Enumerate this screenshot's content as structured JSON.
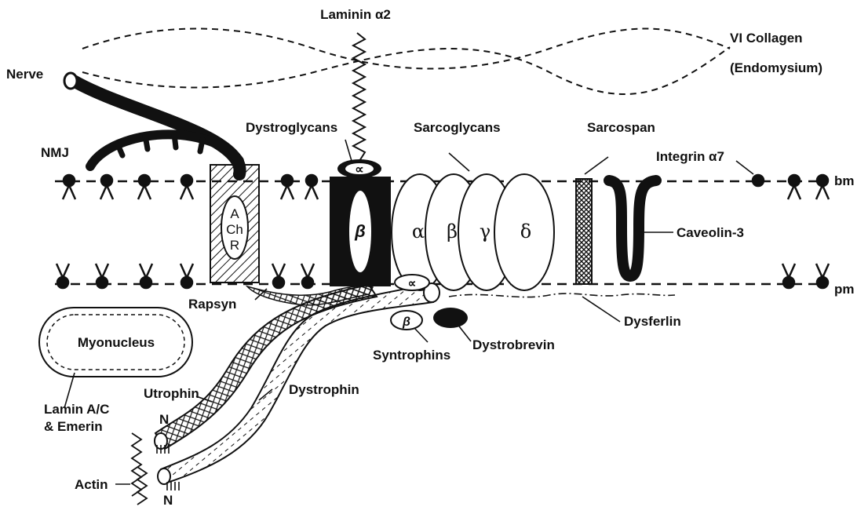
{
  "labels": {
    "laminin": "Laminin α2",
    "collagen": "VI Collagen",
    "endomysium": "(Endomysium)",
    "nerve": "Nerve",
    "nmj": "NMJ",
    "dystroglycans": "Dystroglycans",
    "sarcoglycans": "Sarcoglycans",
    "sarcospan": "Sarcospan",
    "integrin": "Integrin α7",
    "bm": "bm",
    "pm": "pm",
    "caveolin": "Caveolin-3",
    "rapsyn": "Rapsyn",
    "dysferlin": "Dysferlin",
    "myonucleus": "Myonucleus",
    "syntrophins": "Syntrophins",
    "dystrobrevin": "Dystrobrevin",
    "utrophin": "Utrophin",
    "dystrophin": "Dystrophin",
    "lamin": "Lamin A/C",
    "emerin": "& Emerin",
    "actin": "Actin",
    "n_utrophin": "N",
    "n_dystrophin": "N"
  },
  "achr": {
    "a": "A",
    "ch": "Ch",
    "r": "R"
  },
  "dystroglycan_subunits": {
    "alpha_top": "∝",
    "beta": "β",
    "alpha_bottom": "∝"
  },
  "syntrophin_subunit": "β",
  "sarcoglycan_subunits": [
    "α",
    "β",
    "γ",
    "δ"
  ]
}
